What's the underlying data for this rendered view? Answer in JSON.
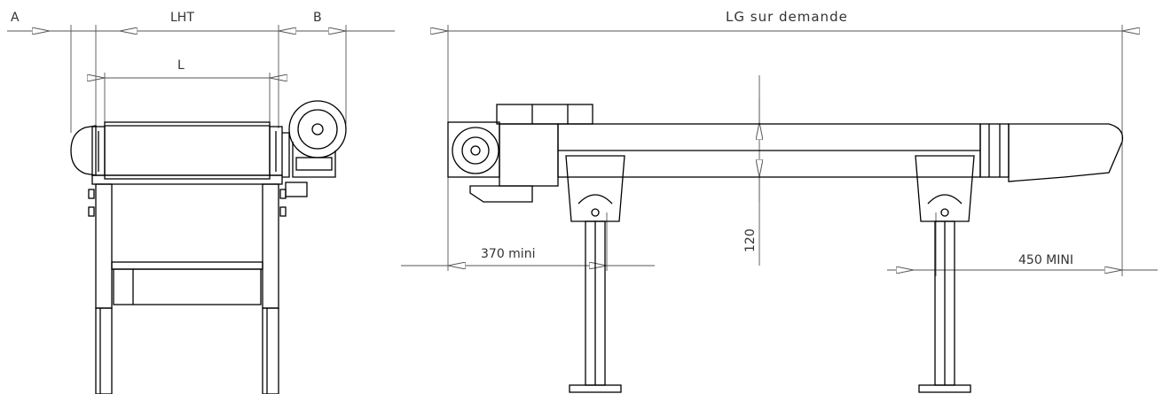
{
  "dimensions": {
    "a": "A",
    "lht": "LHT",
    "b": "B",
    "l": "L",
    "lg": "LG sur demande",
    "height": "120",
    "left_min": "370 mini",
    "right_min": "450 MINI"
  },
  "colors": {
    "line": "#000000",
    "dim_line": "#555555",
    "arrow_fill": "#ffffff"
  }
}
